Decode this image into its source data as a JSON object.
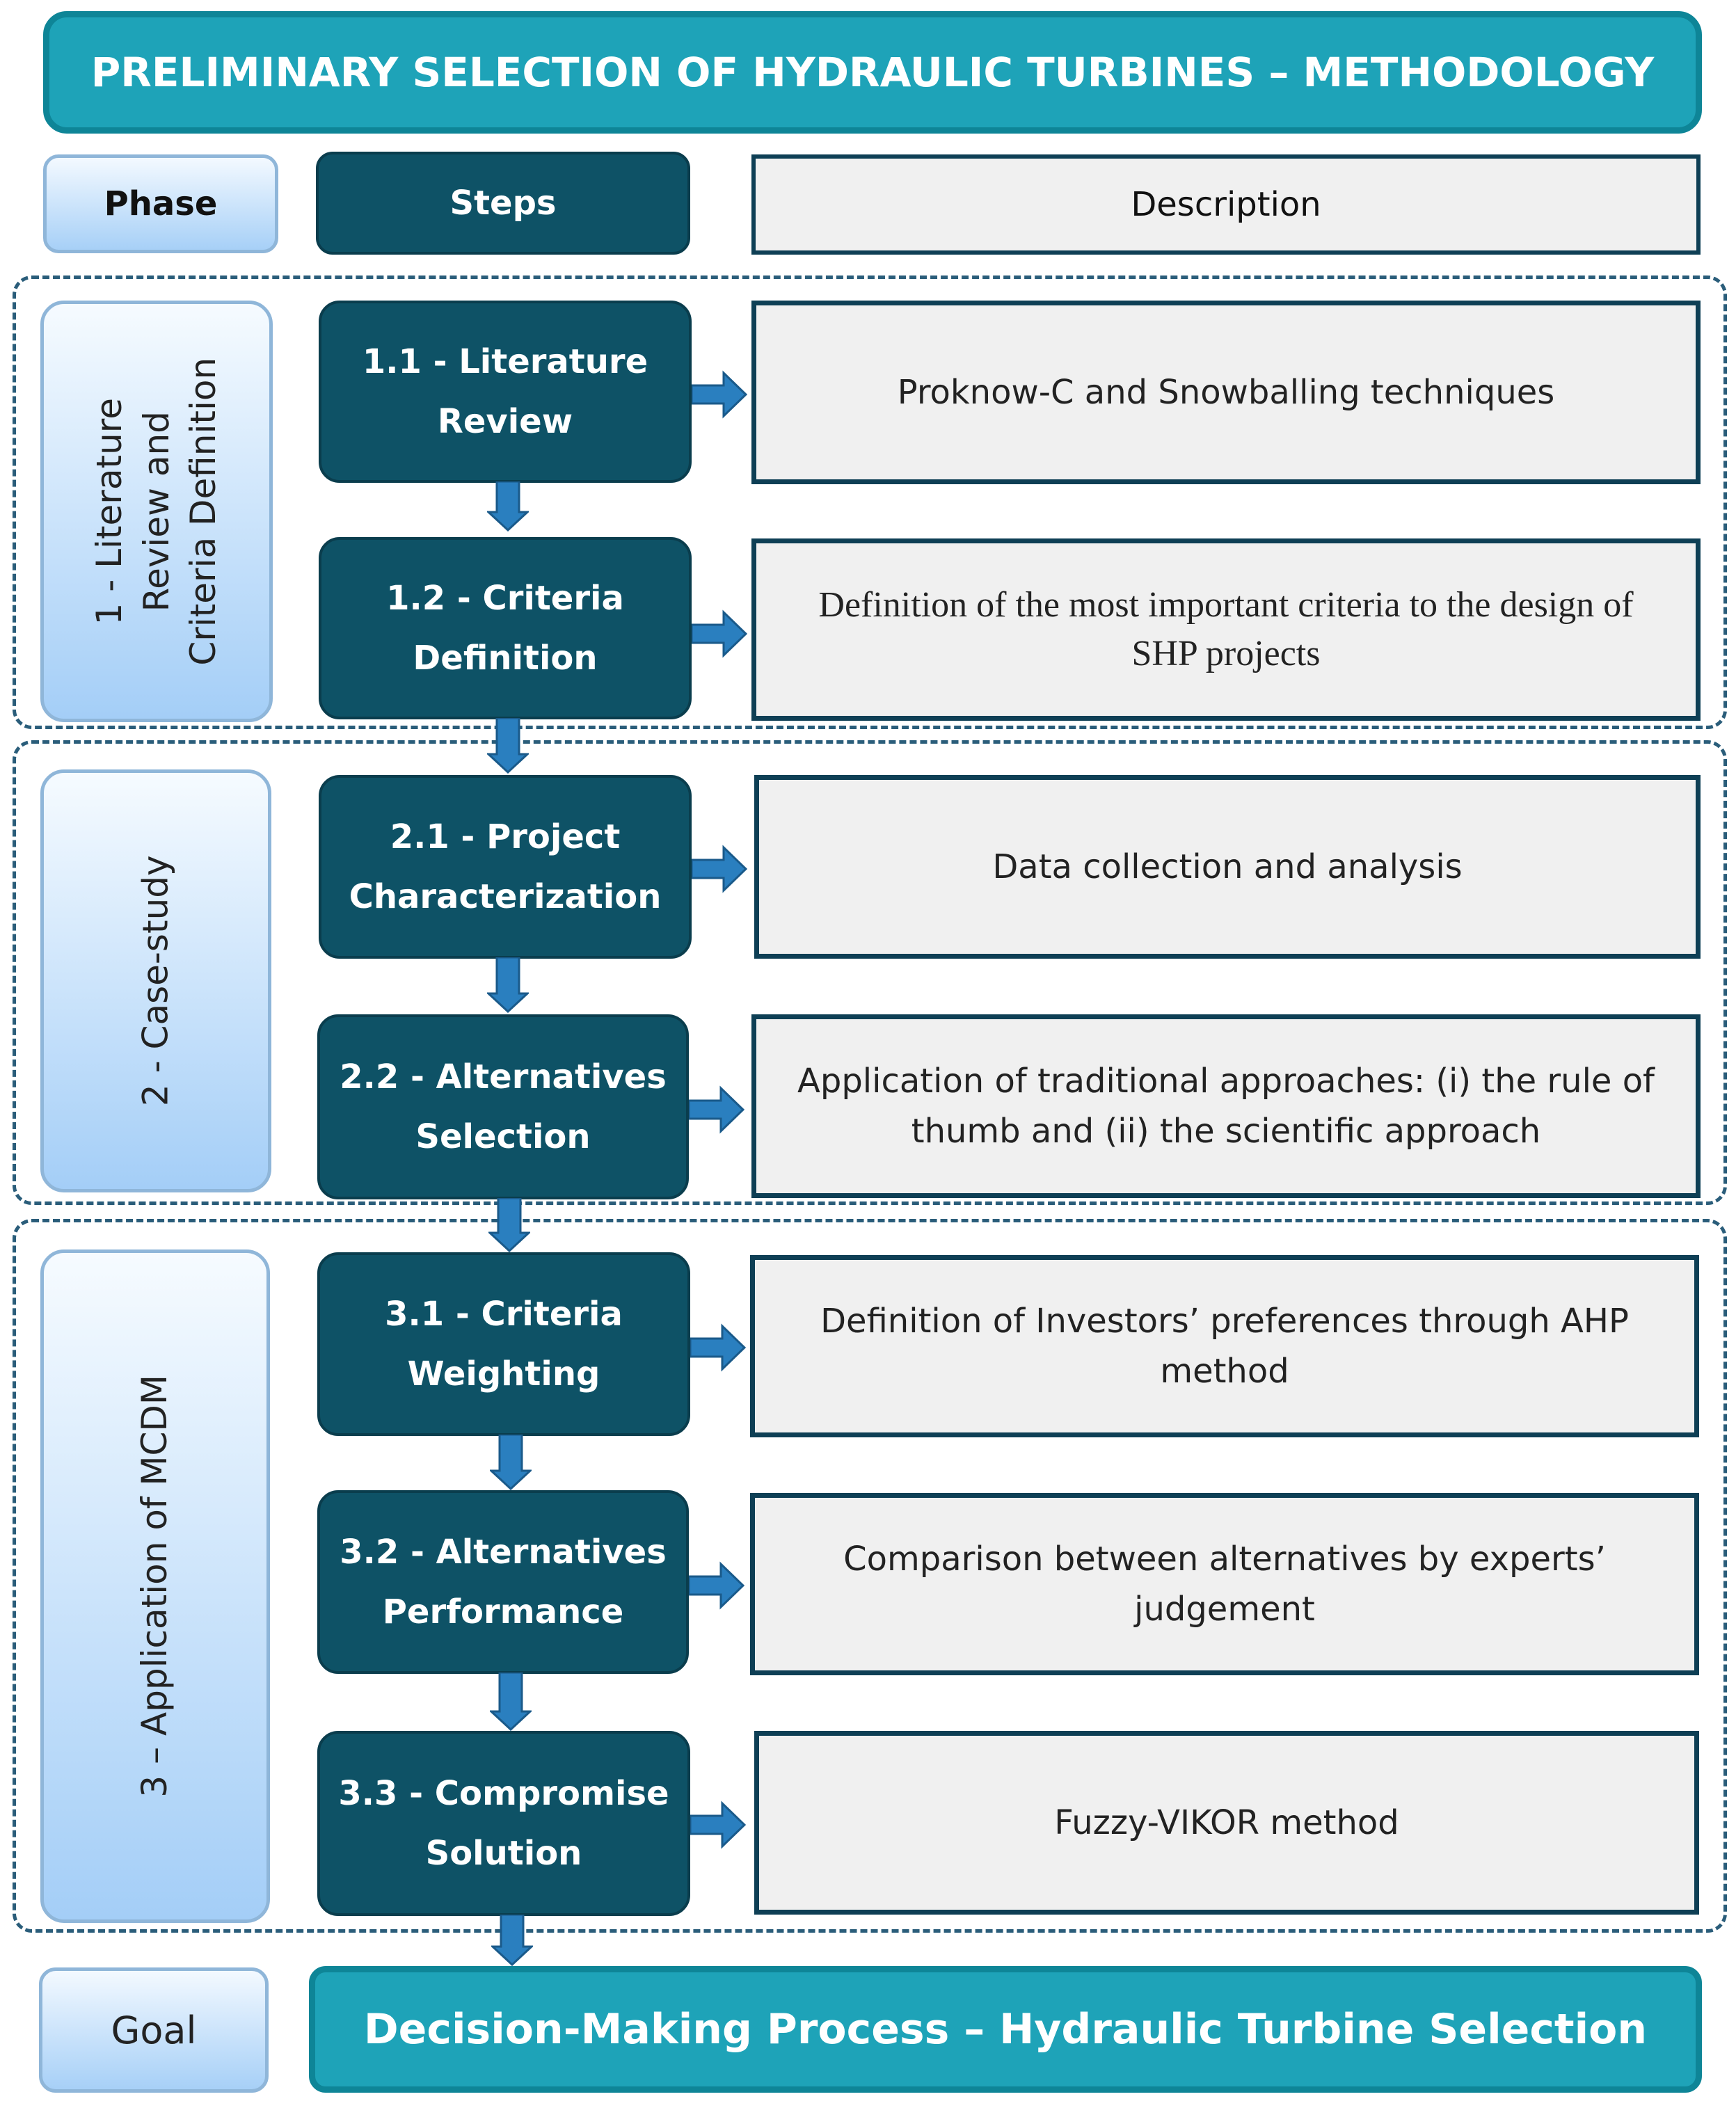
{
  "title": "PRELIMINARY SELECTION OF HYDRAULIC TURBINES – METHODOLOGY",
  "headers": {
    "phase": "Phase",
    "steps": "Steps",
    "description": "Description"
  },
  "phases": [
    {
      "label_lines": [
        "1 - Literature",
        "Review and",
        "Criteria Definition"
      ],
      "steps": [
        {
          "label_lines": [
            "1.1 - Literature",
            "Review"
          ],
          "description": "Proknow-C and Snowballing techniques"
        },
        {
          "label_lines": [
            "1.2 - Criteria",
            "Definition"
          ],
          "description": "Definition of the most important criteria to the design of SHP projects"
        }
      ]
    },
    {
      "label_lines": [
        "2 - Case-study"
      ],
      "steps": [
        {
          "label_lines": [
            "2.1 - Project",
            "Characterization"
          ],
          "description": "Data collection and analysis"
        },
        {
          "label_lines": [
            "2.2 - Alternatives",
            "Selection"
          ],
          "description": "Application of traditional approaches: (i) the rule of thumb and (ii) the scientific approach"
        }
      ]
    },
    {
      "label_lines": [
        "3 – Application of MCDM"
      ],
      "steps": [
        {
          "label_lines": [
            "3.1 - Criteria",
            "Weighting"
          ],
          "description": "Definition of Investors’ preferences through AHP method"
        },
        {
          "label_lines": [
            "3.2 - Alternatives",
            "Performance"
          ],
          "description": "Comparison between alternatives by experts’ judgement"
        },
        {
          "label_lines": [
            "3.3 - Compromise",
            "Solution"
          ],
          "description": "Fuzzy-VIKOR method"
        }
      ]
    }
  ],
  "goal": {
    "label": "Goal",
    "text": "Decision-Making Process – Hydraulic Turbine Selection"
  },
  "colors": {
    "title_fill": "#1ea3b8",
    "step_fill": "#0e5266",
    "arrow_fill": "#2a7fbf",
    "description_fill": "#f0f0f0",
    "phase_fill": "#a4cef7"
  }
}
